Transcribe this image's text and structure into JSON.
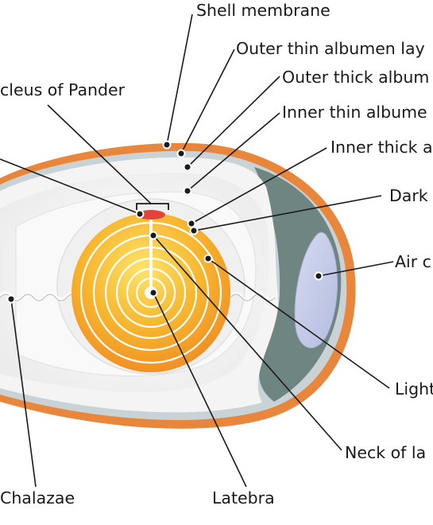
{
  "labels": {
    "shell_membrane": "Shell membrane",
    "outer_thin_albumen": "Outer thin albumen lay",
    "outer_thick_albumen": "Outer thick album",
    "nucleus_of_pander": "cleus of Pander",
    "inner_thin_albumen": "Inner thin albume",
    "inner_thick_albumen": "Inner thick a",
    "dark_yolk": "Dark",
    "air_cell": "Air c",
    "light_yolk": "Light",
    "neck_of_latebra": "Neck of la",
    "chalazae": "Chalazae",
    "latebra": "Latebra"
  },
  "colors": {
    "shell": "#e8873c",
    "membrane": "#c9d3d6",
    "air_cell_wall": "#6e8582",
    "air_cell_fill": "#c5cbe8",
    "outer_albumen": "#f2f2f2",
    "inner_albumen": "#e8e8e8",
    "yolk_light": "#fbd845",
    "yolk_dark": "#ee8322",
    "pander": "#e2433a",
    "chalaza": "#ffffff"
  }
}
